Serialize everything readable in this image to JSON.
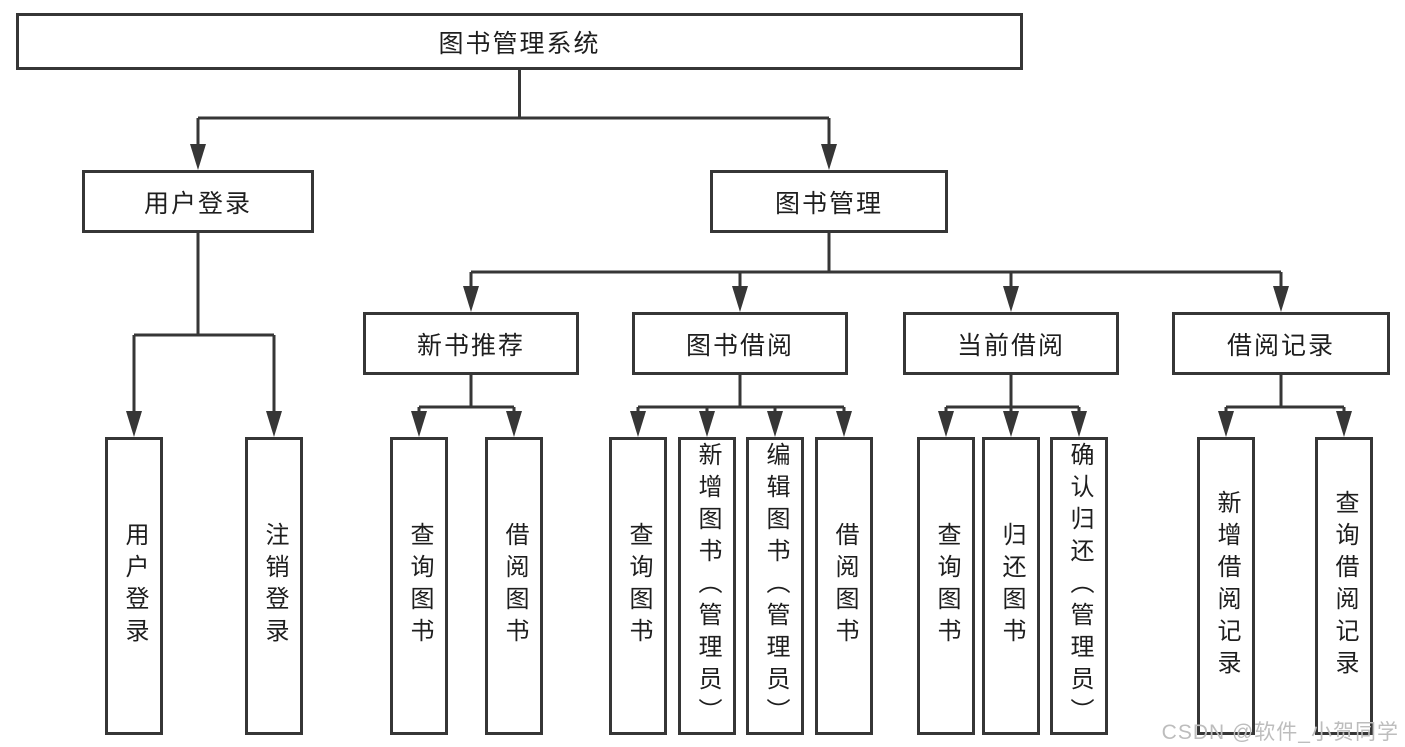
{
  "colors": {
    "line": "#363636",
    "box_border": "#363636",
    "text": "#1e1e1e",
    "watermark": "#bdbdbd",
    "background": "#ffffff"
  },
  "tree": {
    "label": "图书管理系统",
    "children": [
      {
        "label": "用户登录",
        "children": [
          {
            "label": "用户登录"
          },
          {
            "label": "注销登录"
          }
        ]
      },
      {
        "label": "图书管理",
        "children": [
          {
            "label": "新书推荐",
            "children": [
              {
                "label": "查询图书"
              },
              {
                "label": "借阅图书"
              }
            ]
          },
          {
            "label": "图书借阅",
            "children": [
              {
                "label": "查询图书"
              },
              {
                "label": "新增图书（管理员）"
              },
              {
                "label": "编辑图书（管理员）"
              },
              {
                "label": "借阅图书"
              }
            ]
          },
          {
            "label": "当前借阅",
            "children": [
              {
                "label": "查询图书"
              },
              {
                "label": "归还图书"
              },
              {
                "label": "确认归还（管理员）"
              }
            ]
          },
          {
            "label": "借阅记录",
            "children": [
              {
                "label": "新增借阅记录"
              },
              {
                "label": "查询借阅记录"
              }
            ]
          }
        ]
      }
    ]
  },
  "watermark": {
    "text": "CSDN @软件_小贺同学"
  }
}
